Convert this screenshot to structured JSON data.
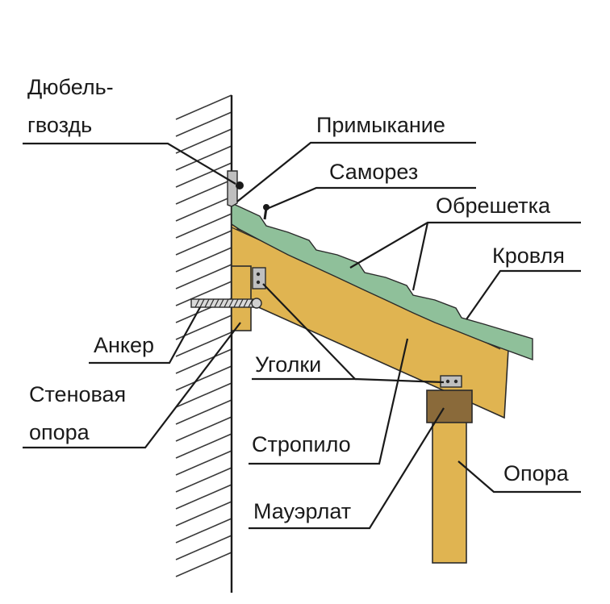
{
  "labels": {
    "dowel_line1": "Дюбель-",
    "dowel_line2": "гвоздь",
    "junction": "Примыкание",
    "screw": "Саморез",
    "lathing": "Обрешетка",
    "roofing": "Кровля",
    "anchor": "Анкер",
    "wall_support_line1": "Стеновая",
    "wall_support_line2": "опора",
    "corners": "Уголки",
    "rafter": "Стропило",
    "post": "Опора",
    "wall_plate": "Мауэрлат"
  },
  "colors": {
    "wood": "#e0b451",
    "wall_plate": "#8a6a3a",
    "lathing": "#c9683f",
    "roofing": "#8fc09a",
    "metal": "#bfbfbf"
  }
}
